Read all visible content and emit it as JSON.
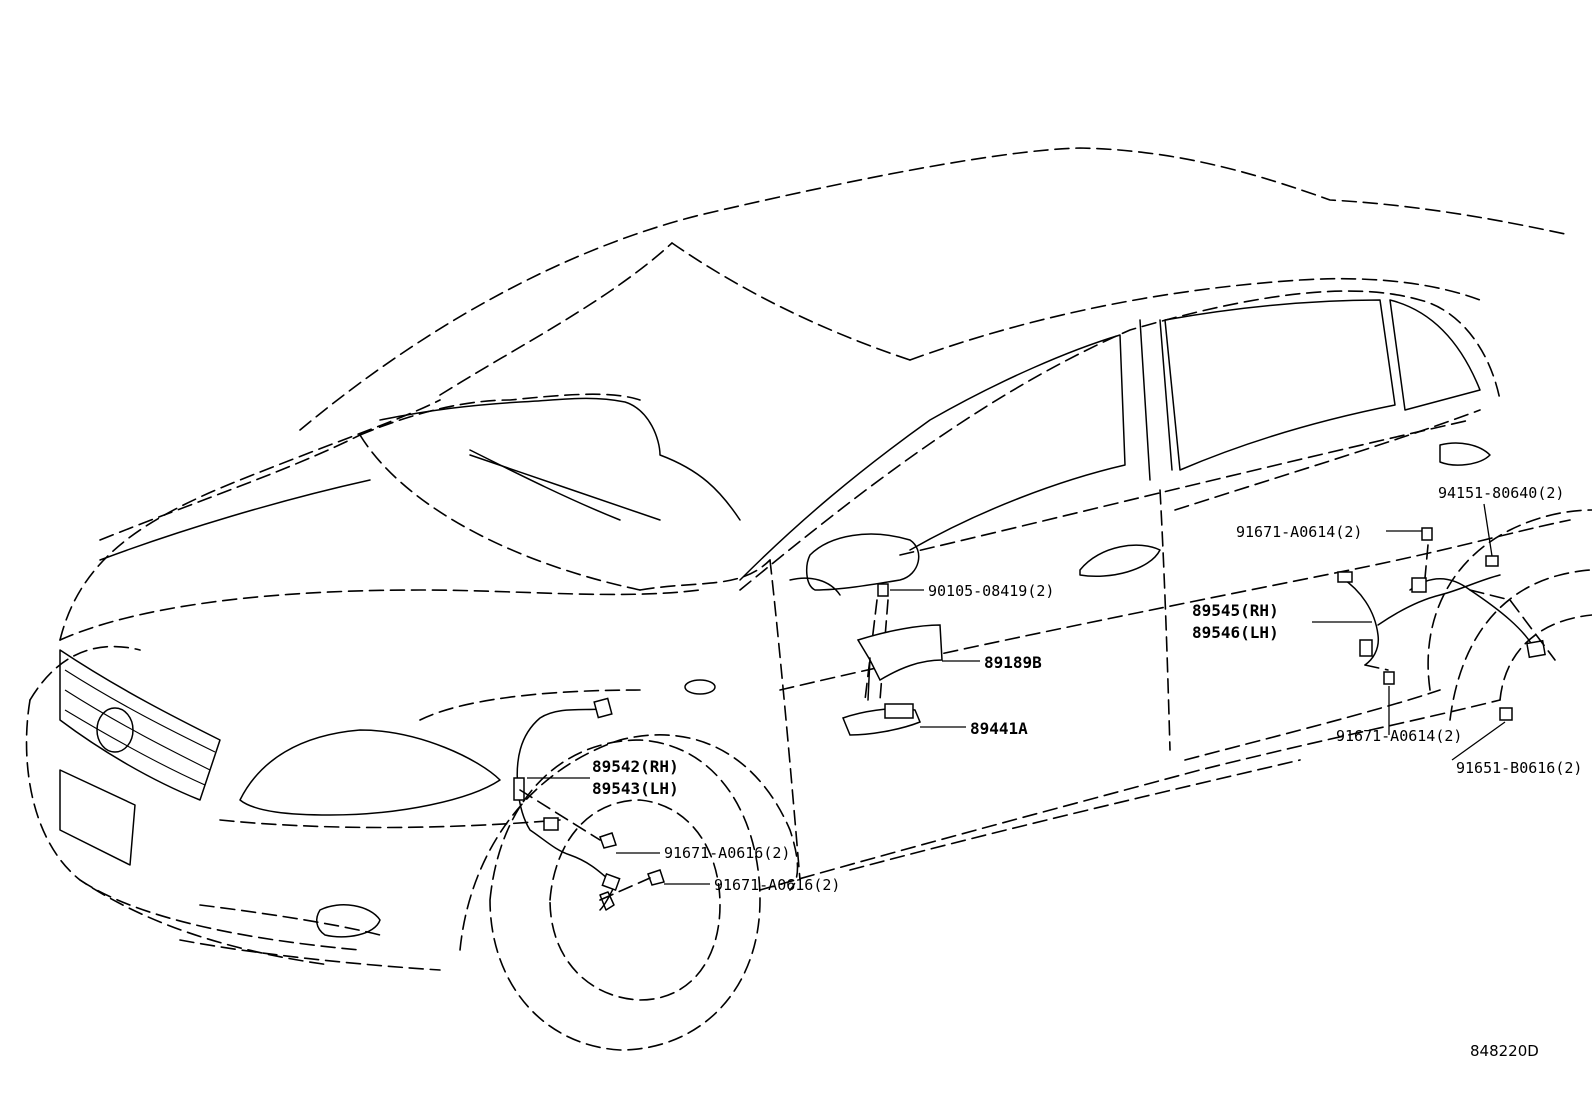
{
  "diagram": {
    "reference_code": "848220D",
    "callouts": {
      "front_sensor_rh": "89542(RH)",
      "front_sensor_lh": "89543(LH)",
      "front_bolt_upper": "91671-A0616(2)",
      "front_bolt_lower": "91671-A0616(2)",
      "bracket_bolt": "90105-08419(2)",
      "bracket": "89189B",
      "sensor_unit": "89441A",
      "rear_sensor_rh": "89545(RH)",
      "rear_sensor_lh": "89546(LH)",
      "rear_bolt_upper": "91671-A0614(2)",
      "rear_bolt_lower": "91671-A0614(2)",
      "rear_clip": "94151-80640(2)",
      "rear_bolt_hub": "91651-B0616(2)"
    }
  }
}
